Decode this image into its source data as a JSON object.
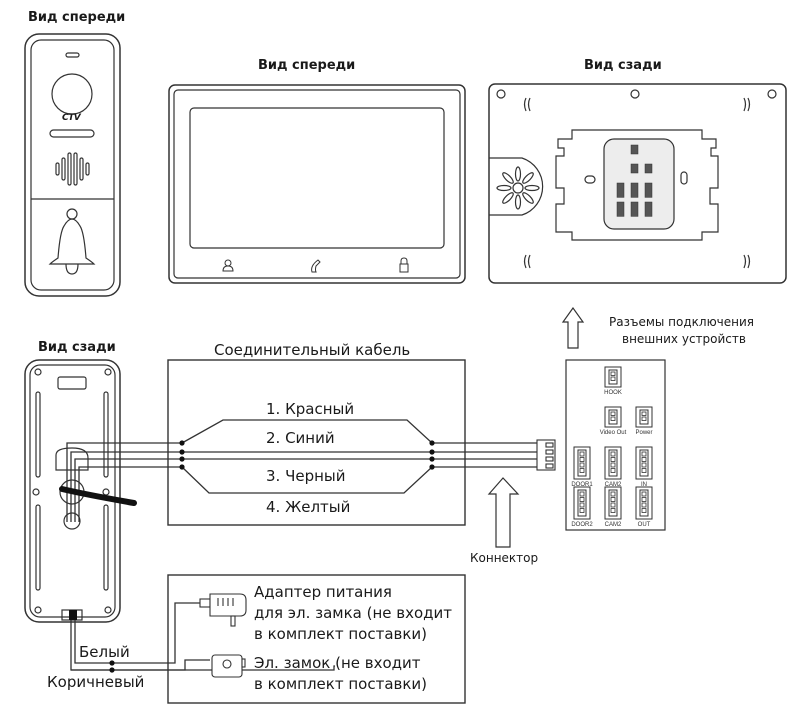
{
  "panel": {
    "front_title": "Вид спереди",
    "back_title": "Вид сзади",
    "logo": "CTV",
    "wires": [
      "Белый",
      "Коричневый"
    ]
  },
  "monitor": {
    "front_title": "Вид спереди",
    "back_title": "Вид сзади",
    "buttons": [
      "user-icon",
      "phone-icon",
      "lock-icon"
    ]
  },
  "cable": {
    "title": "Соединительный кабель",
    "wires": [
      "1. Красный",
      "2. Синий",
      "3. Черный",
      "4. Желтый"
    ],
    "connector_label": "Коннектор"
  },
  "connectors": {
    "caption_line1": "Разъемы подключения",
    "caption_line2": "внешних устройств",
    "items": [
      "HOOK",
      "Video Out",
      "Power",
      "DOOR1",
      "CAM2",
      "IN",
      "DOOR2",
      "CAM2",
      "OUT"
    ]
  },
  "lock_box": {
    "adapter_line1": "Адаптер питания",
    "adapter_line2": "для эл. замка (не входит",
    "adapter_line3": "в комплект поставки)",
    "lock_line1": "Эл. замок (не входит",
    "lock_line2": "в комплект поставки)"
  }
}
